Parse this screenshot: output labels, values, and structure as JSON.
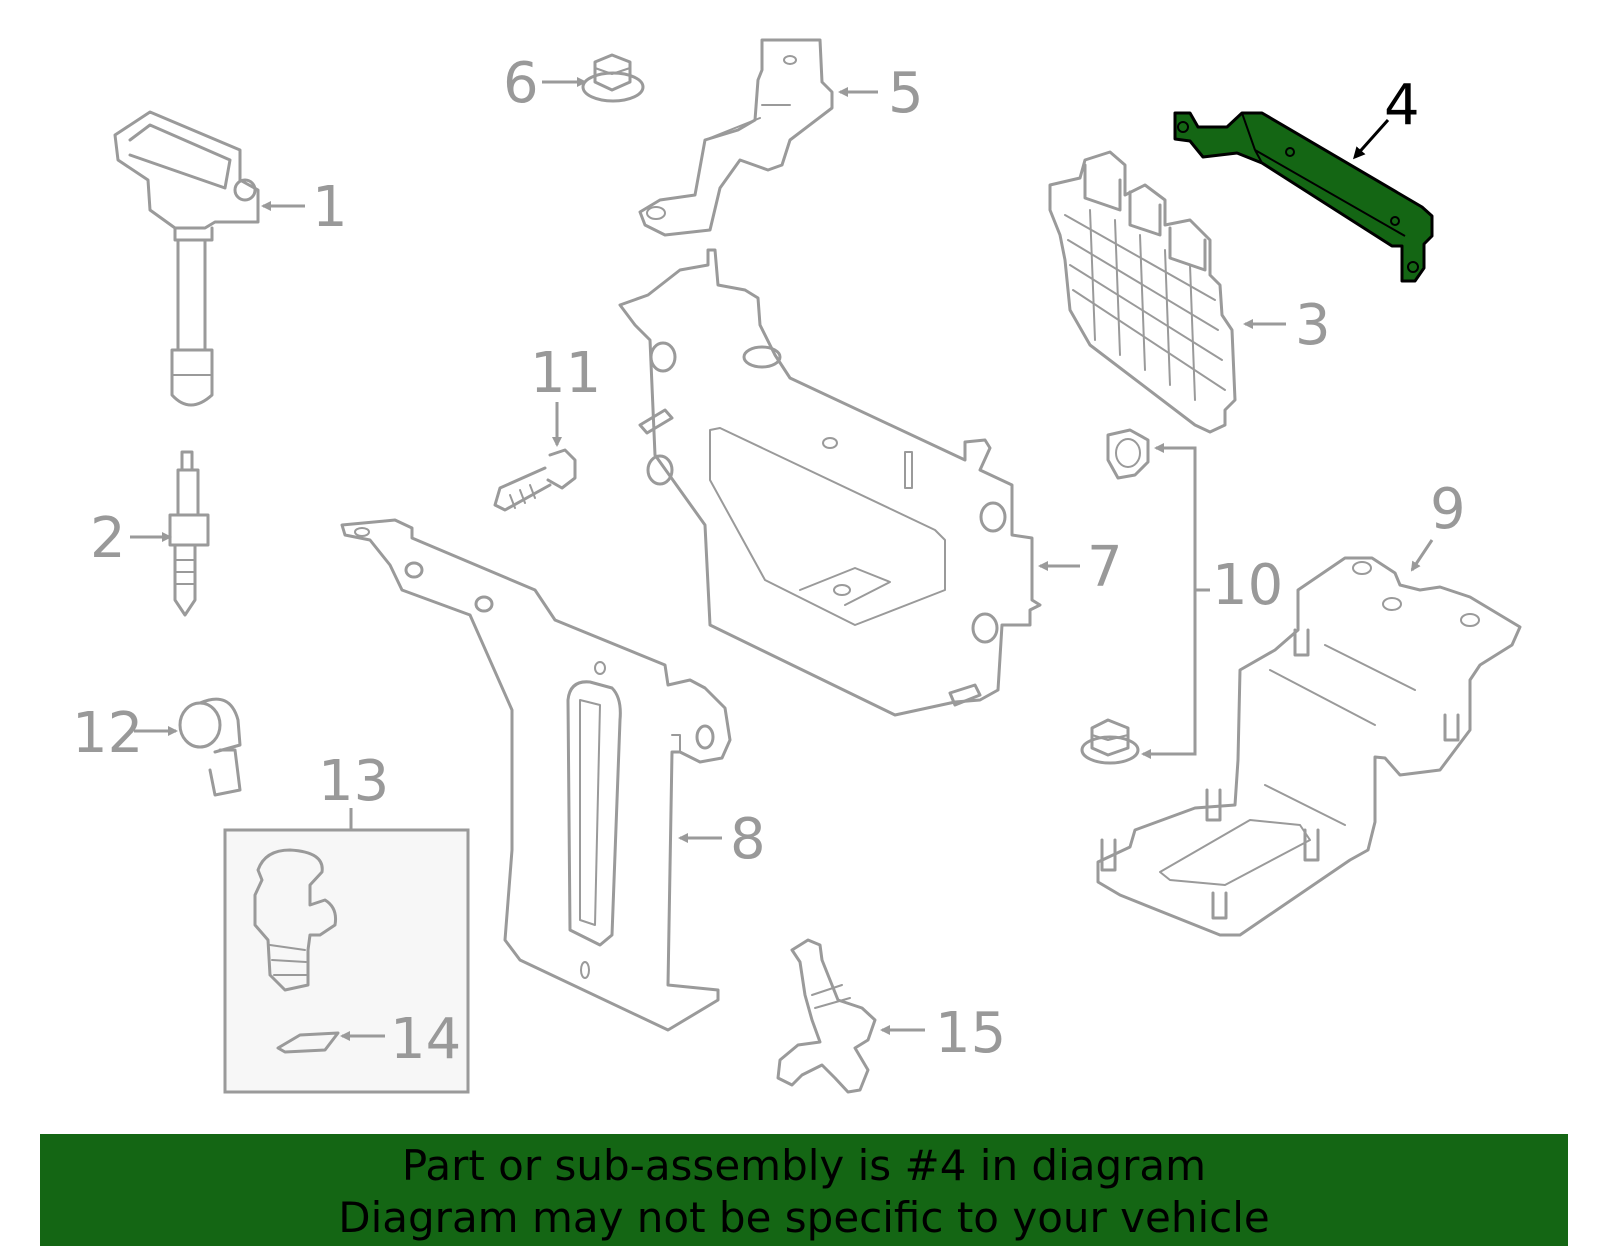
{
  "diagram": {
    "highlight_color": "#146614",
    "line_color": "#9a9a9a",
    "highlighted_part": "4",
    "callouts": {
      "c1": "1",
      "c2": "2",
      "c3": "3",
      "c4": "4",
      "c5": "5",
      "c6": "6",
      "c7": "7",
      "c8": "8",
      "c9": "9",
      "c10": "10",
      "c11": "11",
      "c12": "12",
      "c13": "13",
      "c14": "14",
      "c15": "15"
    }
  },
  "banner": {
    "line1": "Part or sub-assembly is #4 in diagram",
    "line2": "Diagram may not be specific to your vehicle"
  }
}
